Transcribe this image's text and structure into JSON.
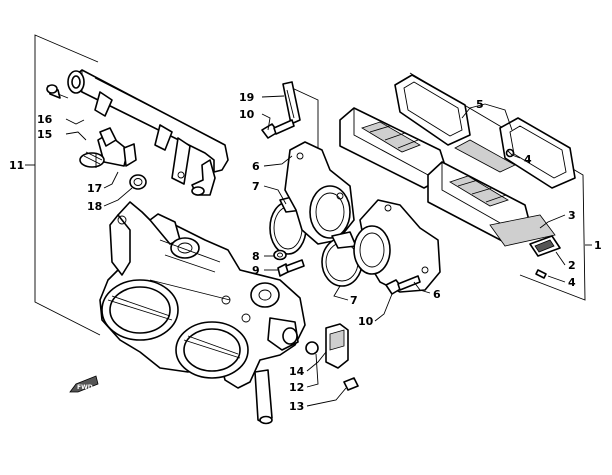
{
  "labels": {
    "l1": "1",
    "l2": "2",
    "l3": "3",
    "l4a": "4",
    "l4b": "4",
    "l5": "5",
    "l6a": "6",
    "l6b": "6",
    "l7a": "7",
    "l7b": "7",
    "l8": "8",
    "l9": "9",
    "l10a": "10",
    "l10b": "10",
    "l11": "11",
    "l12": "12",
    "l13": "13",
    "l14": "14",
    "l15": "15",
    "l16": "16",
    "l17": "17",
    "l18": "18",
    "l19": "19"
  },
  "arrow_text": "FWD",
  "colors": {
    "line": "#000000",
    "background": "#ffffff"
  }
}
